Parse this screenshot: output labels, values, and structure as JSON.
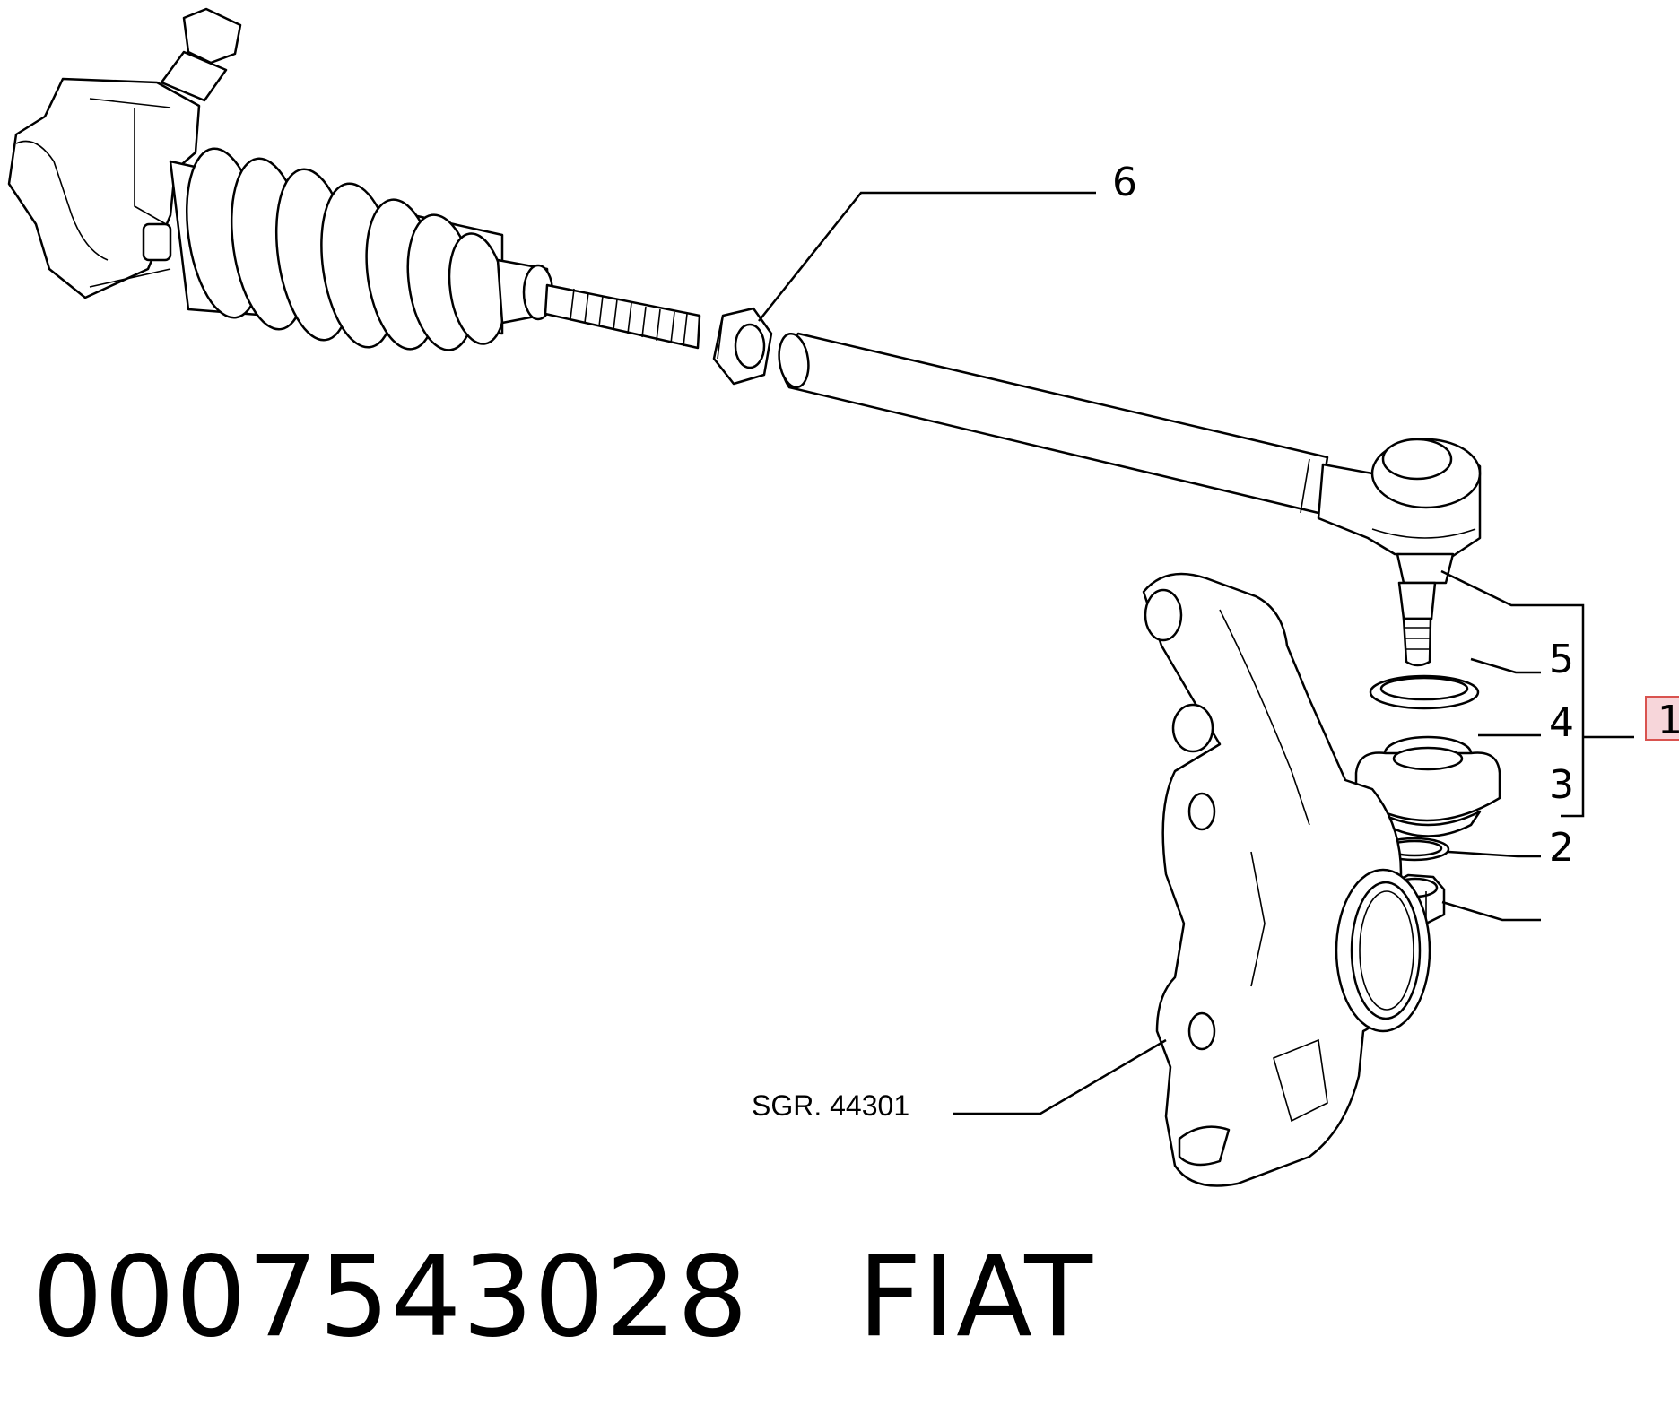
{
  "callouts": {
    "c6": "6",
    "c5": "5",
    "c4": "4",
    "c3": "3",
    "c2": "2",
    "c1": "1"
  },
  "reference_label": "SGR. 44301",
  "part_number": "0007543028",
  "brand": "FIAT",
  "highlight_color": "#f7d6da",
  "highlight_border": "#d9534f",
  "icons": [
    "steering-rack",
    "rubber-boot",
    "lock-nut",
    "tie-rod-tube",
    "tie-rod-end",
    "ball-stud",
    "circlip",
    "dust-cover",
    "snap-ring",
    "castle-nut",
    "steering-knuckle"
  ]
}
